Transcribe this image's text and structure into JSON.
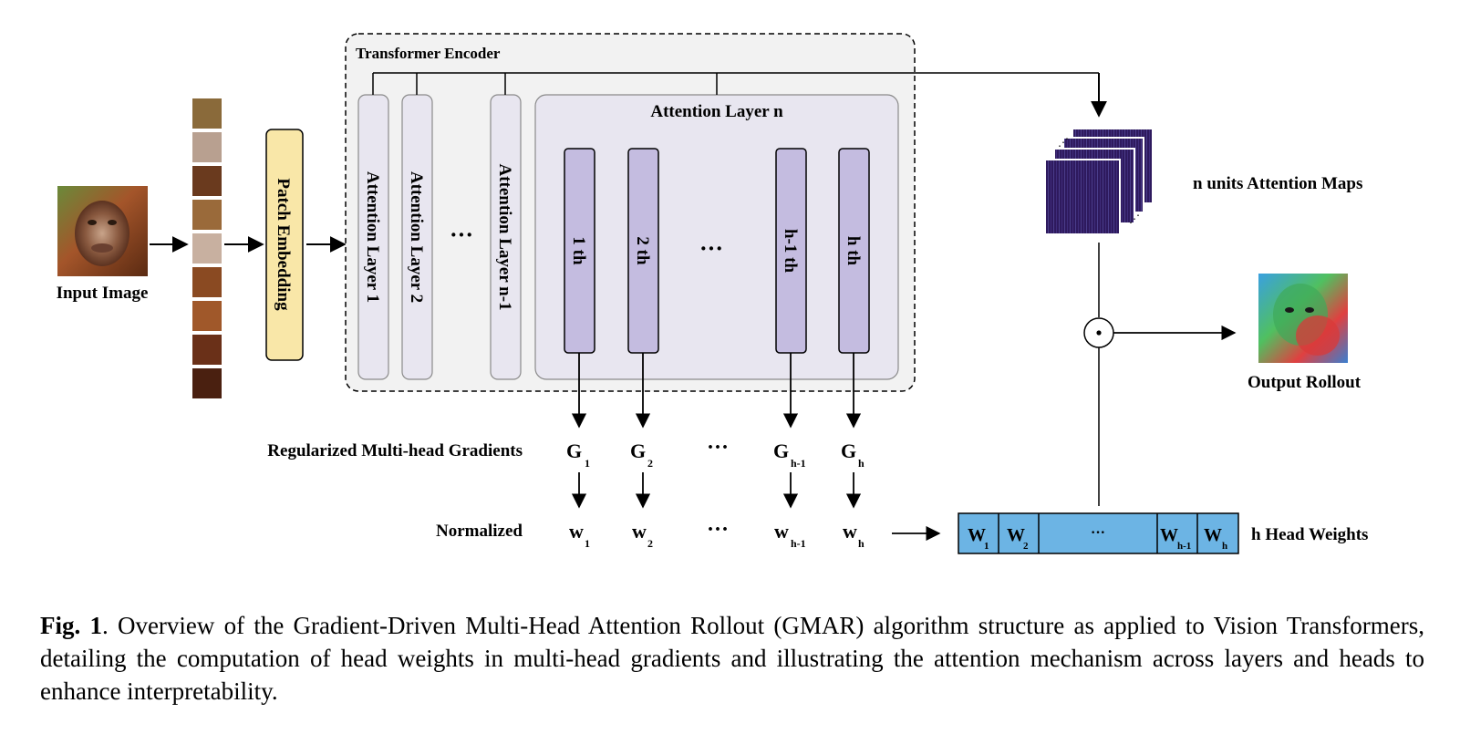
{
  "input_image_label": "Input Image",
  "patch_embedding_label": "Patch Embedding",
  "encoder_title": "Transformer Encoder",
  "attention_layers": [
    "Attention Layer 1",
    "Attention Layer 2",
    "Attention Layer n-1"
  ],
  "ellipsis": "···",
  "attention_layer_n_title": "Attention Layer n",
  "heads": [
    "1 th",
    "2 th",
    "h-1 th",
    "h th"
  ],
  "gradients_label": "Regularized Multi-head Gradients",
  "gradients": [
    {
      "base": "G",
      "sub": "1"
    },
    {
      "base": "G",
      "sub": "2"
    },
    {
      "base": "G",
      "sub": "h-1"
    },
    {
      "base": "G",
      "sub": "h"
    }
  ],
  "normalized_label": "Normalized",
  "normalized": [
    {
      "base": "w",
      "sub": "1"
    },
    {
      "base": "w",
      "sub": "2"
    },
    {
      "base": "w",
      "sub": "h-1"
    },
    {
      "base": "w",
      "sub": "h"
    }
  ],
  "head_weights_cells": [
    {
      "base": "W",
      "sub": "1"
    },
    {
      "base": "W",
      "sub": "2"
    },
    {
      "base": "···",
      "sub": ""
    },
    {
      "base": "W",
      "sub": "h-1"
    },
    {
      "base": "W",
      "sub": "h"
    }
  ],
  "head_weights_label": "h Head Weights",
  "attention_maps_label": "n units Attention Maps",
  "output_label": "Output Rollout",
  "operator_symbol": "⊙",
  "caption": {
    "label": "Fig. 1",
    "text": ".  Overview of the Gradient-Driven Multi-Head Attention Rollout (GMAR) algorithm structure as applied to Vision Transformers, detailing the computation of head weights in multi-head gradients and illustrating the attention mechanism across layers and heads to enhance interpretability."
  },
  "colors": {
    "patch_embedding_fill": "#f9e7a8",
    "layer_fill": "#e8e6f0",
    "head_fill": "#c4bce0",
    "weights_fill": "#6cb4e4",
    "attention_map_fill": "#2e1a5e",
    "encoder_fill": "#f2f2f2"
  }
}
